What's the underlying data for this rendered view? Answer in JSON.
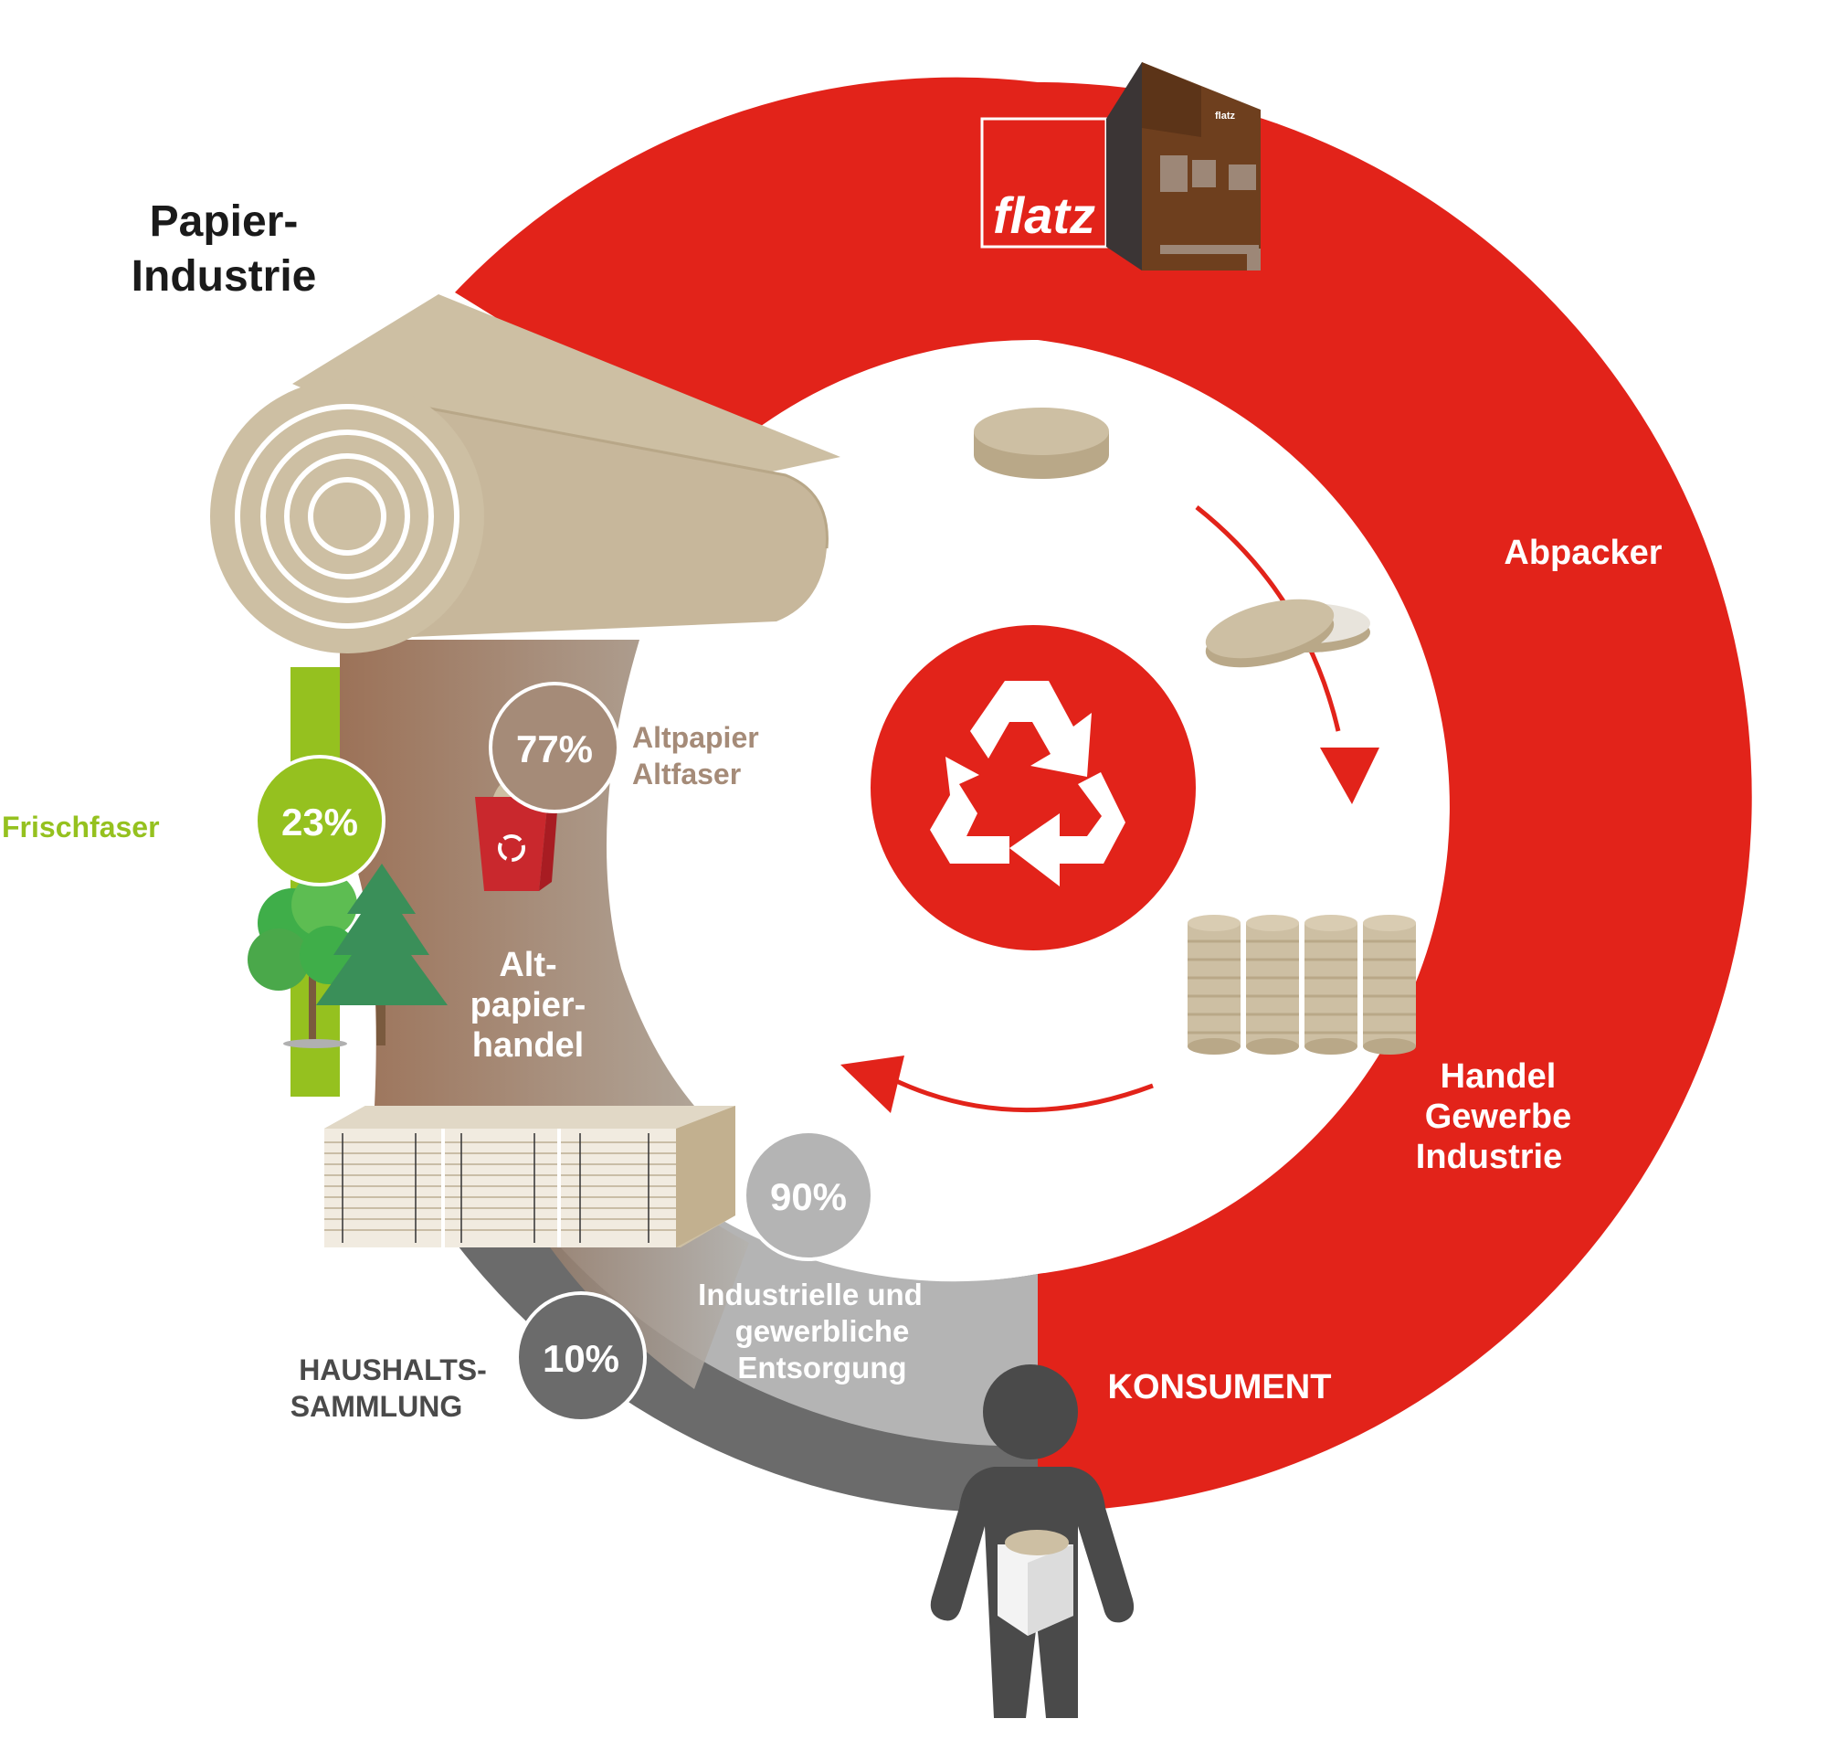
{
  "brand": {
    "name": "flatz",
    "sign": "flatz",
    "color": "#e2231a"
  },
  "labels": {
    "paper_industry": [
      "Papier-",
      "Industrie"
    ],
    "packer": "Abpacker",
    "trade": [
      "Handel",
      "Gewerbe",
      "Industrie"
    ],
    "consumer": "KONSUMENT",
    "industrial_disposal": [
      "Industrielle und",
      "gewerbliche",
      "Entsorgung"
    ],
    "household": [
      "HAUSHALTS-",
      "SAMMLUNG"
    ],
    "paper_trade": [
      "Alt-",
      "papier-",
      "handel"
    ],
    "recovered": [
      "Altpapier",
      "Altfaser"
    ],
    "virgin": "Frischfaser"
  },
  "shares": {
    "recovered_fiber": "77%",
    "virgin_fiber": "23%",
    "industrial_collection": "90%",
    "household_collection": "10%"
  },
  "colors": {
    "red": "#e2231a",
    "green": "#95c11f",
    "brown": "#a58b78",
    "tan": "#cdbfa3",
    "grey_dark": "#6b6b6b",
    "grey_light": "#b4b4b4",
    "ink": "#1a1a1a",
    "white": "#ffffff"
  },
  "icons": [
    "recycle-icon",
    "paper-roll-icon",
    "tree-icon",
    "paper-bin-icon",
    "factory-icon",
    "tin-lid-icon",
    "tin-stack-icon",
    "paper-bale-icon",
    "consumer-person-icon"
  ]
}
